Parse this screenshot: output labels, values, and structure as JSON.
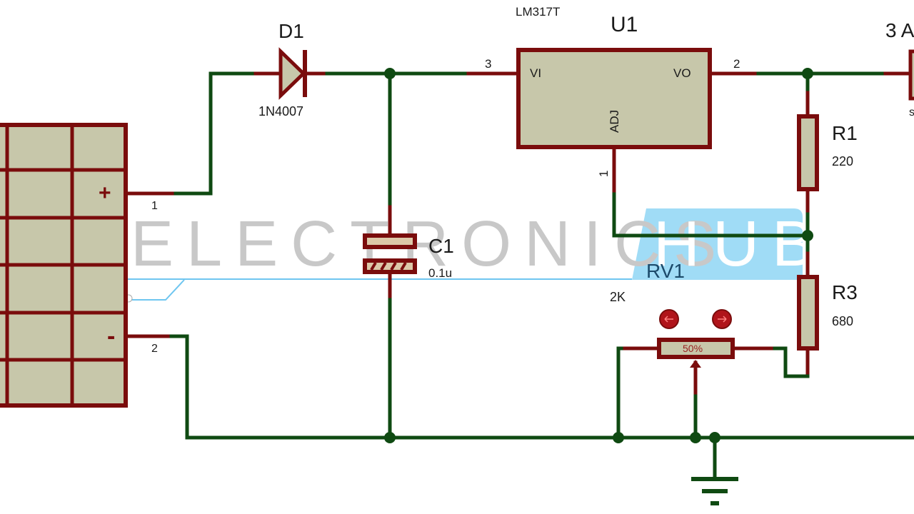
{
  "schematic": {
    "title": "LM317 Adjustable Voltage Regulator Circuit",
    "watermark": {
      "left": "ELECTRONICS",
      "right": "HUB"
    },
    "battery": {
      "plus_symbol": "+",
      "minus_symbol": "-",
      "pin_plus": "1",
      "pin_minus": "2"
    },
    "diode": {
      "ref": "D1",
      "value": "1N4007"
    },
    "capacitor": {
      "ref": "C1",
      "value": "0.1u"
    },
    "regulator": {
      "ref": "U1",
      "part": "LM317T",
      "pin_vi_label": "VI",
      "pin_vo_label": "VO",
      "pin_adj_label": "ADJ",
      "pin_vi_num": "3",
      "pin_vo_num": "2",
      "pin_adj_num": "1"
    },
    "r1": {
      "ref": "R1",
      "value": "220"
    },
    "r3": {
      "ref": "R3",
      "value": "680"
    },
    "pot": {
      "ref": "RV1",
      "value": "2K",
      "wiper_position": "50%"
    },
    "output_probe": {
      "label_partial": "3 A",
      "sub_partial": "s"
    },
    "colors": {
      "wire": "#0f4a12",
      "pin": "#7a0c0c",
      "body": "#c7c7aa",
      "watermark_text": "#c8c8c8",
      "watermark_band": "#7fd0f2"
    }
  }
}
